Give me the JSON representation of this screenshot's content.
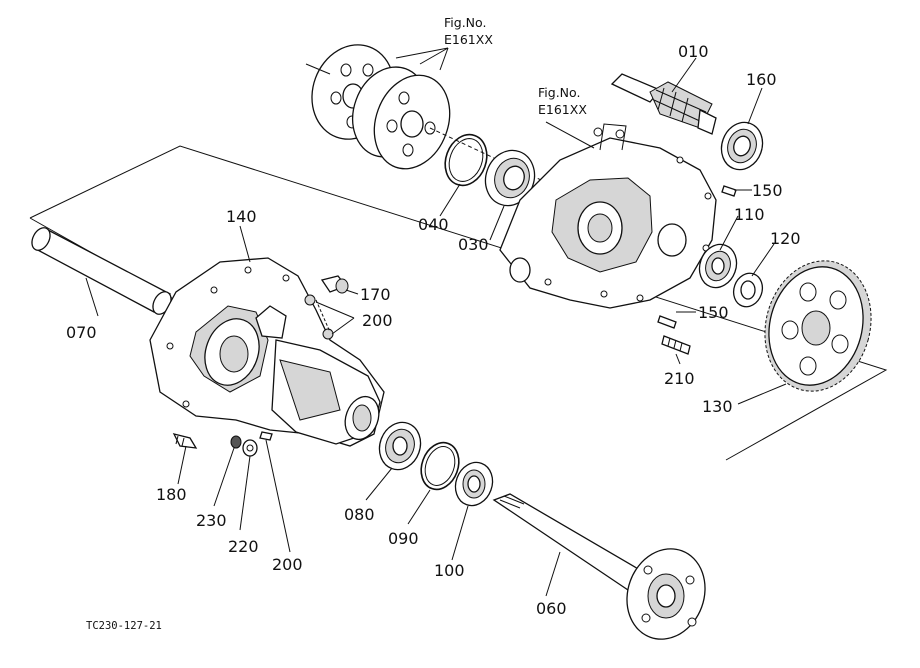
{
  "figure_refs": [
    {
      "id": "fig-ref-top",
      "line1": "Fig.No.",
      "line2": "E161XX"
    },
    {
      "id": "fig-ref-mid",
      "line1": "Fig.No.",
      "line2": "E161XX"
    }
  ],
  "parts": {
    "p010": "010",
    "p160": "160",
    "p150a": "150",
    "p110": "110",
    "p120": "120",
    "p150b": "150",
    "p210": "210",
    "p130": "130",
    "p040": "040",
    "p030": "030",
    "p140": "140",
    "p170": "170",
    "p200a": "200",
    "p070": "070",
    "p180": "180",
    "p230": "230",
    "p220": "220",
    "p200b": "200",
    "p080": "080",
    "p090": "090",
    "p100": "100",
    "p060": "060"
  },
  "footer": {
    "code": "TC230-127-21"
  }
}
